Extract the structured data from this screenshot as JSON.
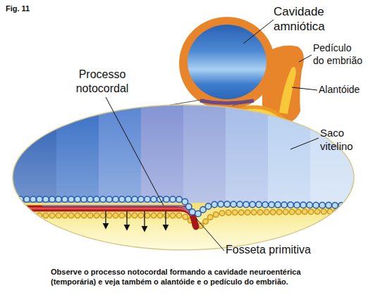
{
  "diagram": {
    "caption": "Observe o processo notocordal formando a cavidade neuroentérica (temporária) e veja também o alantóide e o pedículo do embrião.",
    "labels": [
      "Fig. 11",
      "Cavidade amniótica",
      "Pedículo do embrião",
      "Alantóide",
      "Saco vitelino",
      "Processo notocordal",
      "Fosseta primitiva"
    ]
  }
}
